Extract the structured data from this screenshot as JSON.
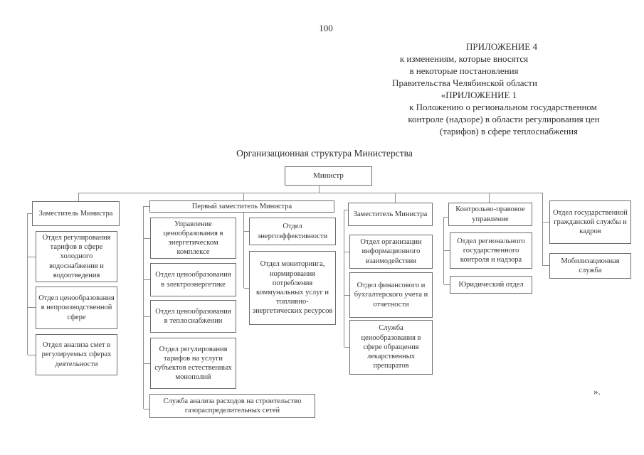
{
  "page": {
    "page_number": "100",
    "header_lines": [
      "ПРИЛОЖЕНИЕ 4",
      "к изменениям, которые вносятся",
      "в некоторые постановления",
      "Правительства Челябинской области",
      "«ПРИЛОЖЕНИЕ 1",
      "к Положению о региональном государственном",
      "контроле (надзоре) в области регулирования цен",
      "(тарифов) в сфере теплоснабжения"
    ],
    "closing_mark": "»."
  },
  "org": {
    "title": "Организационная структура Министерства",
    "root": "Министр",
    "branches": [
      {
        "head": "Заместитель Министра",
        "units": [
          "Отдел регулирования тарифов в сфере холодного водоснабжения и водоотведения",
          "Отдел ценообразования в непроизводственной сфере",
          "Отдел анализа смет в регулируемых сферах деятельности"
        ]
      },
      {
        "head": "Первый заместитель Министра",
        "units": [
          "Управление ценообразования в энергетическом комплексе",
          "Отдел ценообразования в электроэнергетике",
          "Отдел ценообразования в теплоснабжении",
          "Отдел регулирования тарифов на услуги субъектов естественных монополий",
          "Служба анализа расходов на строительство газораспределительных сетей"
        ],
        "sub_units": [
          "Отдел энергоэффективности",
          "Отдел мониторинга, нормирования потребления коммунальных услуг и топливно-энергетических ресурсов"
        ]
      },
      {
        "head": "Заместитель Министра",
        "units": [
          "Отдел организации информационного взаимодействия",
          "Отдел финансового и бухгалтерского учета и отчетности",
          "Служба ценообразования в сфере обращения лекарственных препаратов"
        ]
      },
      {
        "head": "Контрольно-правовое управление",
        "units": [
          "Отдел регионального государственного контроля и надзора",
          "Юридический отдел"
        ]
      }
    ],
    "staff_units": [
      "Отдел государственной гражданской службы и кадров",
      "Мобилизационная служба"
    ]
  }
}
